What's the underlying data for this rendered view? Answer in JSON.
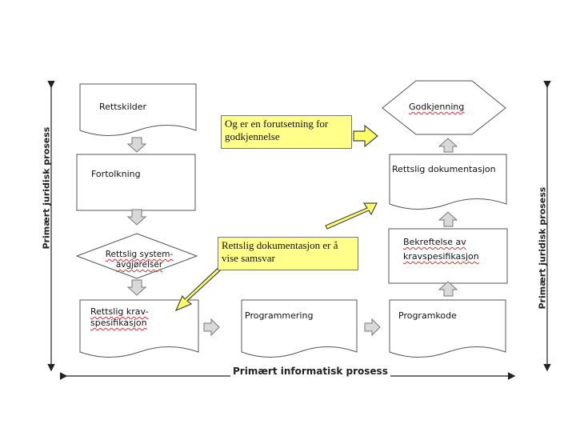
{
  "boxes": {
    "rettskilder": "Rettskilder",
    "fortolkning": "Fortolkning",
    "systemavgjorelser": "Rettslig system-avgjørelser",
    "kravspesifikasjon_line1": "Rettslig krav-",
    "kravspesifikasjon_line2": "spesifikasjon",
    "programmering": "Programmering",
    "programkode": "Programkode",
    "bekreftelse_line1": "Bekreftelse av",
    "bekreftelse_line2": "kravspesifikasjon",
    "dokumentasjon": "Rettslig dokumentasjon",
    "godkjenning": "Godkjenning"
  },
  "callouts": {
    "forutsetning": "Og er en forutsetning for godkjennelse",
    "samsvar": "Rettslig dokumentasjon er å vise samsvar"
  },
  "axes": {
    "left": "Primært juridisk prosess",
    "right": "Primært juridisk prosess",
    "bottom": "Primært informatisk prosess"
  },
  "colors": {
    "callout_fill": "#ffff8a",
    "arrow_fill": "#d9d9d9",
    "callout_arrow_fill": "#ffff66"
  }
}
